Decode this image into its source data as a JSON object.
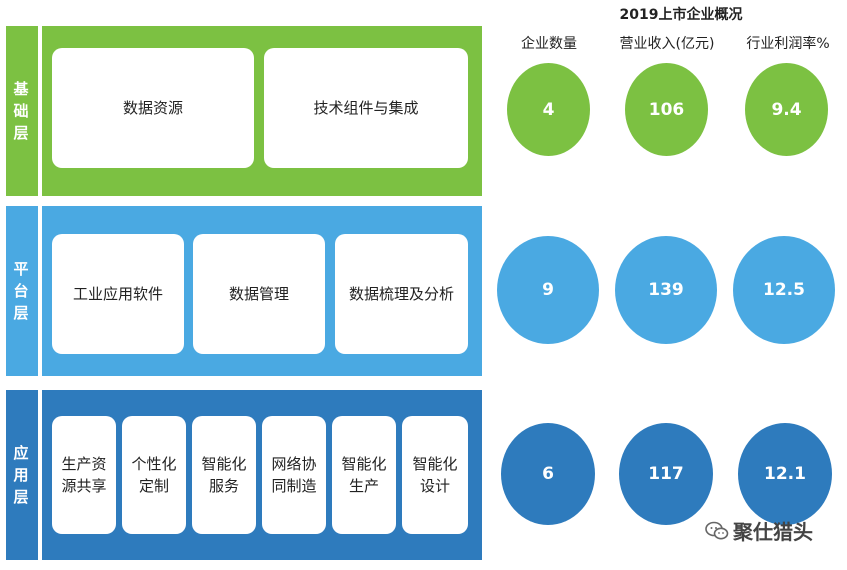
{
  "colors": {
    "green": "#7cc142",
    "light_blue": "#4aa9e2",
    "dark_blue": "#2e7bbd"
  },
  "top_cut_text": "",
  "panel_title": "2019上市企业概况",
  "columns": [
    "企业数量",
    "营业收入(亿元)",
    "行业利润率%"
  ],
  "layers": [
    {
      "side_label": [
        "基",
        "础",
        "层"
      ],
      "cards": [
        "数据资源",
        "技术组件与集成"
      ],
      "values": [
        "4",
        "106",
        "9.4"
      ]
    },
    {
      "side_label": [
        "平",
        "台",
        "层"
      ],
      "cards": [
        "工业应用软件",
        "数据管理",
        "数据梳理及分析"
      ],
      "values": [
        "9",
        "139",
        "12.5"
      ]
    },
    {
      "side_label": [
        "应",
        "用",
        "层"
      ],
      "cards": [
        "生产资源共享",
        "个性化定制",
        "智能化服务",
        "网络协同制造",
        "智能化生产",
        "智能化设计"
      ],
      "values": [
        "6",
        "117",
        "12.1"
      ]
    }
  ],
  "watermark": {
    "icon": "wechat-icon",
    "text": "聚仕猎头"
  }
}
